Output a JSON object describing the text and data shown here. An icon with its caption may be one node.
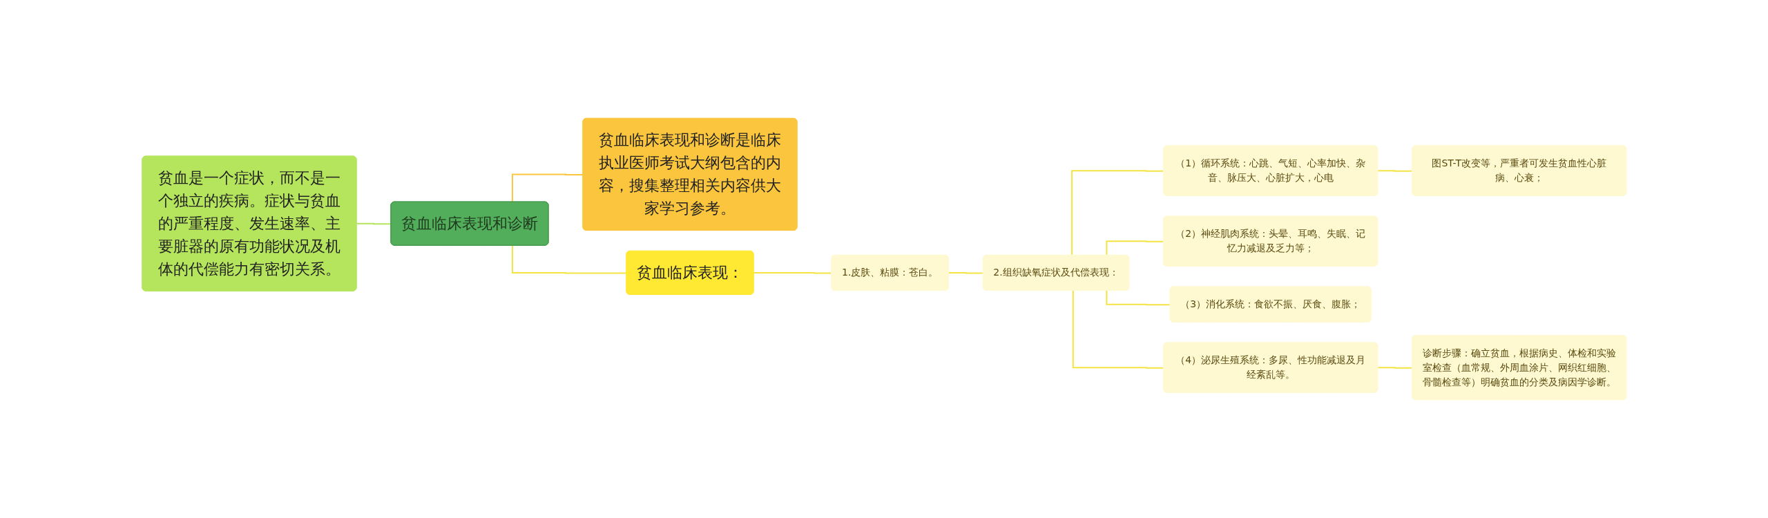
{
  "diagram": {
    "nodes": [
      {
        "text": [
          "贫血临床表现和诊断"
        ]
      },
      {
        "text": [
          "贫血是一个症状，而不是一个独立的疾病。症状与贫血的严重程度、发生速率、主要脏器的原有功能状况及机体的代偿能力有密切关系。"
        ]
      },
      {
        "text": [
          "贫血临床表现和诊断是临床执业医师考试大纲包含的内容，搜集整理相关内容供大家学习参考。"
        ]
      },
      {
        "text": [
          "贫血临床表现："
        ]
      },
      {
        "text": [
          "1.皮肤、粘膜：苍白。"
        ]
      },
      {
        "text": [
          "2.组织缺氧症状及代偿表现："
        ]
      },
      {
        "text": [
          "（1）循环系统：心跳、气短、心率加快、杂音、脉压大、心脏扩大，心电"
        ]
      },
      {
        "text": [
          "图ST-T改变等，严重者可发生贫血性心脏病、心衰；"
        ]
      },
      {
        "text": [
          "（2）神经肌肉系统：头晕、耳鸣、失眠、记忆力减退及乏力等；"
        ]
      },
      {
        "text": [
          "（3）消化系统：食欲不振、厌食、腹胀；"
        ]
      },
      {
        "text": [
          "（4）泌尿生殖系统：多尿、性功能减退及月经紊乱等。"
        ]
      },
      {
        "text": [
          "诊断步骤：确立贫血，根据病史、体检和实验室检查（血常规、外周血涂片、网织红细胞、骨髓检查等）明确贫血的分类及病因学诊断。"
        ]
      }
    ],
    "edges": [
      {
        "from": 1,
        "to": 0,
        "arrow": "none",
        "color": "#b5e55d"
      },
      {
        "from": 0,
        "to": 2,
        "arrow": "none",
        "color": "#fbc63e"
      },
      {
        "from": 0,
        "to": 3,
        "arrow": "none"
      },
      {
        "from": 3,
        "to": 4,
        "arrow": "none"
      },
      {
        "from": 4,
        "to": 5,
        "arrow": "none"
      },
      {
        "from": 5,
        "to": 6,
        "arrow": "none"
      },
      {
        "from": 6,
        "to": 7,
        "arrow": "none"
      },
      {
        "from": 5,
        "to": 8,
        "arrow": "none"
      },
      {
        "from": 5,
        "to": 9,
        "arrow": "none"
      },
      {
        "from": 5,
        "to": 10,
        "arrow": "none"
      },
      {
        "from": 10,
        "to": 11,
        "arrow": "none"
      }
    ]
  }
}
